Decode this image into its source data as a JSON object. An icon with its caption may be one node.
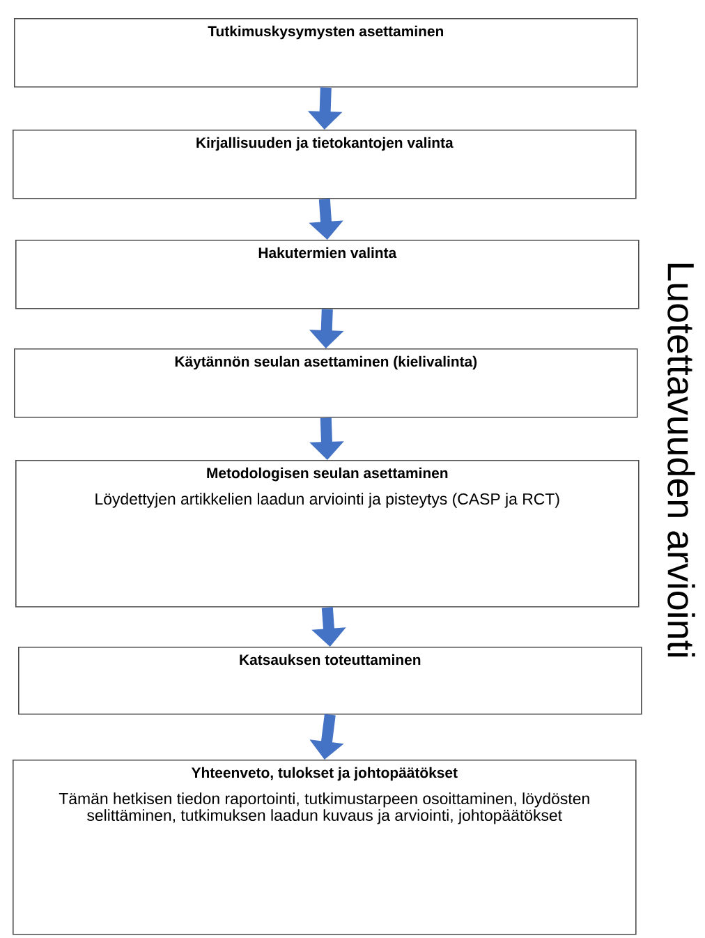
{
  "diagram": {
    "nodes": [
      {
        "text": [
          "Tutkimuskysymysten asettaminen"
        ]
      },
      {
        "text": [
          "Kirjallisuuden ja tietokantojen valinta"
        ]
      },
      {
        "text": [
          "Hakutermien valinta"
        ]
      },
      {
        "text": [
          "**Käytännön seulan asettaminen** (kielivalinta)"
        ]
      },
      {
        "text": [
          "Metodologisen seulan asettaminen",
          "Löydettyjen artikkelien laadun arviointi ja pisteytys (CASP ja RCT)"
        ]
      },
      {
        "text": [
          "Katsauksen toteuttaminen"
        ]
      },
      {
        "text": [
          "Yhteenveto, tulokset ja johtopäätökset",
          "Tämän hetkisen tiedon raportointi, tutkimustarpeen osoittaminen, löydösten selittäminen, tutkimuksen laadun kuvaus ja arviointi, johtopäätökset"
        ]
      }
    ],
    "edges": [
      {
        "from": 0,
        "to": 1,
        "arrow": "to"
      },
      {
        "from": 1,
        "to": 2,
        "arrow": "to"
      },
      {
        "from": 2,
        "to": 3,
        "arrow": "to"
      },
      {
        "from": 3,
        "to": 4,
        "arrow": "to"
      },
      {
        "from": 4,
        "to": 5,
        "arrow": "to"
      },
      {
        "from": 5,
        "to": 6,
        "arrow": "to"
      }
    ],
    "labels": [
      "Luotettavuuden arviointi"
    ]
  }
}
